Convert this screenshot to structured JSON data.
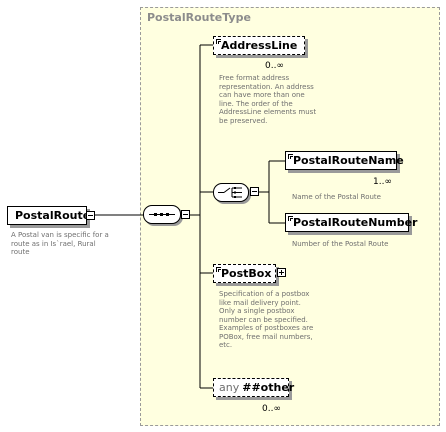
{
  "type_box": {
    "title": "PostalRouteType"
  },
  "root": {
    "name": "PostalRoute",
    "description_lines": [
      "A Postal van is specific for a",
      "route as in Is`rael, Rural",
      "route"
    ]
  },
  "children": {
    "address_line": {
      "name": "AddressLine",
      "cardinality": "0..∞",
      "description_lines": [
        "Free format address",
        "representation. An address",
        "can have more than one",
        "line. The order of the",
        "AddressLine elements must",
        "be preserved."
      ]
    },
    "postal_route_name": {
      "name": "PostalRouteName",
      "cardinality": "1..∞",
      "description_lines": [
        "Name of the Postal Route"
      ]
    },
    "postal_route_number": {
      "name": "PostalRouteNumber",
      "description_lines": [
        "Number of the Postal Route"
      ]
    },
    "post_box": {
      "name": "PostBox",
      "description_lines": [
        "Specification of a postbox",
        "like mail delivery point.",
        "Only a single postbox",
        "number can be specified.",
        "Examples of postboxes are",
        "POBox, free mail numbers,",
        "etc."
      ]
    },
    "other": {
      "prefix": "any",
      "name": "##other",
      "cardinality": "0..∞"
    }
  },
  "colors": {
    "type_bg": "#ffffe0",
    "border": "#000000",
    "shadow": "#9a9a9a",
    "text_muted": "#6f6f6f"
  }
}
